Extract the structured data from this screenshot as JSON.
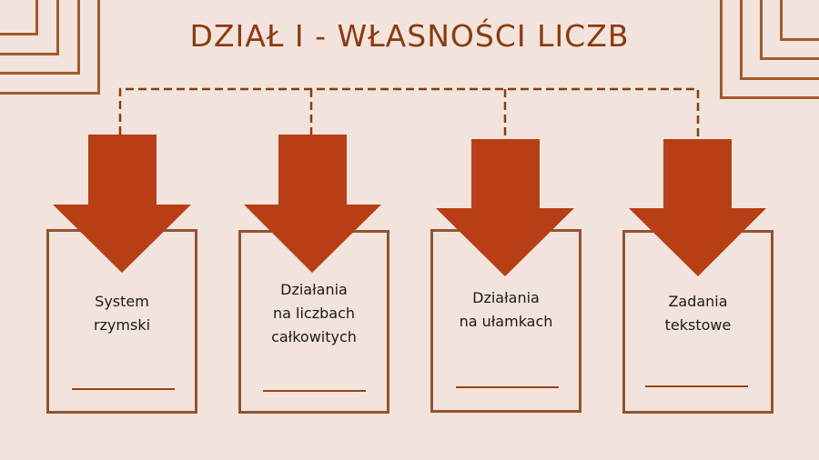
{
  "title": "DZIAŁ I - WŁASNOŚCI LICZB",
  "colors": {
    "background": "#F2E4DD",
    "title": "#8B3A0F",
    "arrow": "#B83F15",
    "box_border": "#955330",
    "connector": "#8B3A0F",
    "decoration": "#A35A2C"
  },
  "cards": [
    {
      "label_lines": [
        "System",
        "rzymski"
      ]
    },
    {
      "label_lines": [
        "Działania",
        "na liczbach",
        "całkowitych"
      ]
    },
    {
      "label_lines": [
        "Działania",
        "na ułamkach"
      ]
    },
    {
      "label_lines": [
        "Zadania",
        "tekstowe"
      ]
    }
  ],
  "icons": {
    "arrow": "arrow-down-icon",
    "corner": "nested-squares-decoration"
  }
}
